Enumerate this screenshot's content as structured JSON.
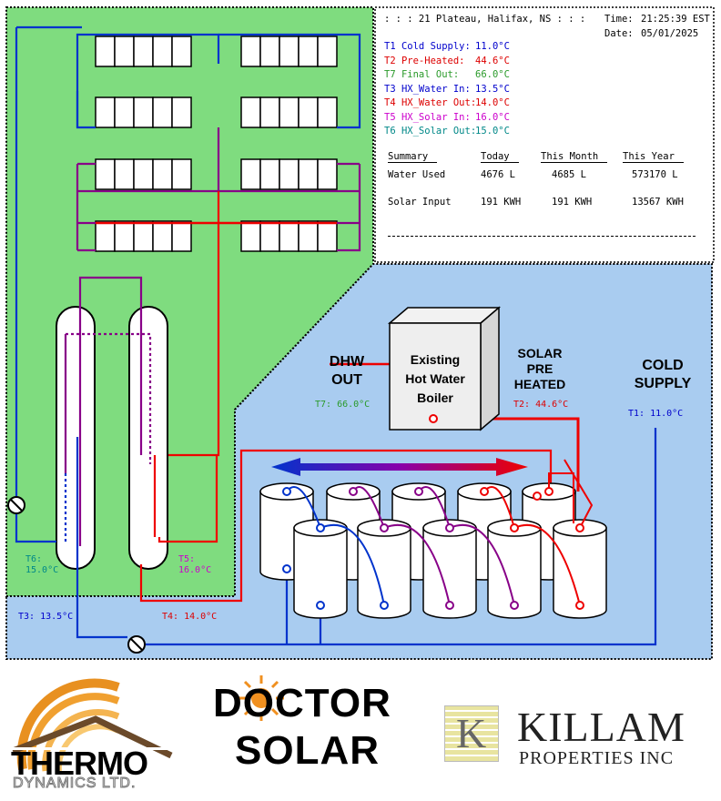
{
  "header": {
    "location": ": : : 21 Plateau, Halifax, NS : : :",
    "time_label": "Time:",
    "time": "21:25:39 EST",
    "date_label": "Date:",
    "date": "05/01/2025"
  },
  "temps": [
    {
      "label": "T1 Cold Supply:",
      "value": "11.0°C",
      "color": "#0000cc"
    },
    {
      "label": "T2 Pre-Heated:",
      "value": "44.6°C",
      "color": "#dd0000"
    },
    {
      "label": "T7 Final Out:",
      "value": "66.0°C",
      "color": "#2a9a2a"
    },
    {
      "label": "T3 HX_Water In:",
      "value": "13.5°C",
      "color": "#0000cc"
    },
    {
      "label": "T4 HX_Water Out:",
      "value": "14.0°C",
      "color": "#dd0000"
    },
    {
      "label": "T5 HX_Solar In:",
      "value": "16.0°C",
      "color": "#cc00cc"
    },
    {
      "label": "T6 HX_Solar Out:",
      "value": "15.0°C",
      "color": "#008888"
    }
  ],
  "summary": {
    "headers": [
      "Summary",
      "Today",
      "This Month",
      "This Year"
    ],
    "rows": [
      {
        "label": "Water Used",
        "today": "4676 L",
        "month": "4685 L",
        "year": "573170 L"
      },
      {
        "label": "Solar Input",
        "today": "191 KWH",
        "month": "191 KWH",
        "year": "13567 KWH"
      }
    ]
  },
  "diagram": {
    "boiler_line1": "Existing",
    "boiler_line2": "Hot Water",
    "boiler_line3": "Boiler",
    "dhw_line1": "DHW",
    "dhw_line2": "OUT",
    "solar_line1": "SOLAR",
    "solar_line2": "PRE",
    "solar_line3": "HEATED",
    "cold_line1": "COLD",
    "cold_line2": "SUPPLY",
    "t7": "T7: 66.0°C",
    "t2": "T2: 44.6°C",
    "t1": "T1: 11.0°C",
    "t3": "T3: 13.5°C",
    "t4": "T4: 14.0°C",
    "t5_line1": "T5:",
    "t5_line2": "16.0°C",
    "t6_line1": "T6:",
    "t6_line2": "15.0°C"
  },
  "logos": {
    "thermo_line1": "THERMO",
    "thermo_line2": "DYNAMICS LTD.",
    "doctor_line1": "DOCTOR",
    "doctor_line2": "SOLAR",
    "killam_line1": "KILLAM",
    "killam_line2": "PROPERTIES INC"
  },
  "colors": {
    "green_bg": "#7fdc7f",
    "blue_bg": "#a9ccf0",
    "cold": "#0033cc",
    "hot": "#ee0000",
    "mid": "#880088"
  }
}
